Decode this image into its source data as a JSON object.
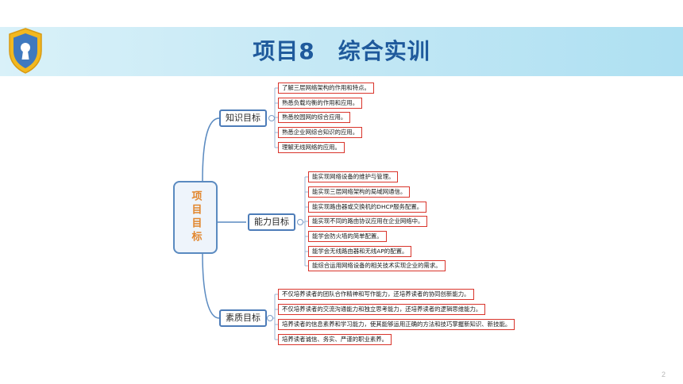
{
  "header": {
    "title": "项目8　综合实训",
    "icon": "shield-keyhole-icon",
    "bar_color": "#bfe6f4",
    "title_color": "#1f5a9c"
  },
  "footer": {
    "page_number": "2"
  },
  "mindmap": {
    "root": "项目目标",
    "branches": [
      {
        "label": "知识目标",
        "items": [
          "了解三层网络架构的作用和特点。",
          "熟悉负载均衡的作用和应用。",
          "熟悉校园网的综合应用。",
          "熟悉企业网综合知识的应用。",
          "理解无线网络的应用。"
        ]
      },
      {
        "label": "能力目标",
        "items": [
          "能实现网络设备的维护与管理。",
          "能实现三层网络架构的局域网通信。",
          "能实现路由器或交换机的DHCP服务配置。",
          "能实现不同的路由协议应用在企业网络中。",
          "能学会防火墙的简单配置。",
          "能学会无线路由器和无线AP的配置。",
          "能综合运用网络设备的相关技术实现企业的需求。"
        ]
      },
      {
        "label": "素质目标",
        "items": [
          "不仅培养读者的团队合作精神和写作能力，还培养读者的协同创新能力。",
          "不仅培养读者的交流沟通能力和独立思考能力，还培养读者的逻辑思维能力。",
          "培养读者的信息素养和学习能力，使其能够运用正确的方法和技巧掌握新知识、新技能。",
          "培养读者诚信、务实、严谨的职业素养。"
        ]
      }
    ]
  }
}
